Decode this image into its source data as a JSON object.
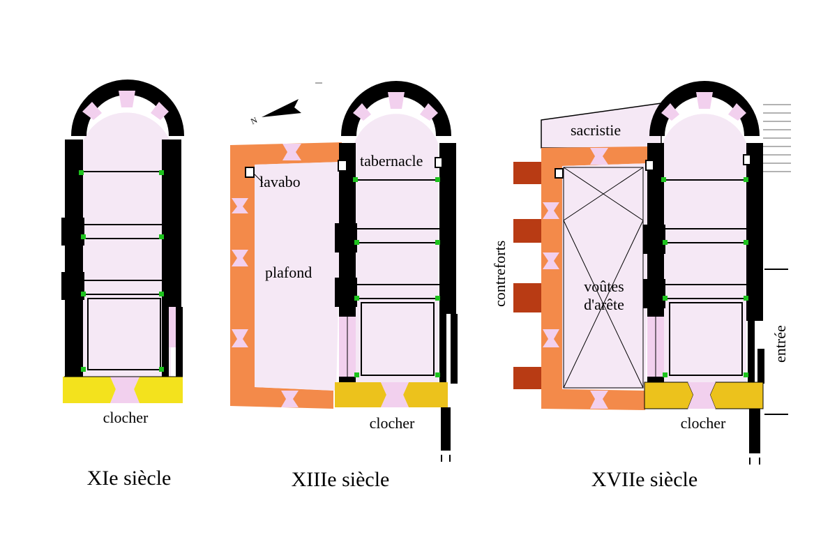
{
  "plans": [
    {
      "caption": "XIe siècle",
      "labels": {
        "clocher": "clocher"
      }
    },
    {
      "caption": "XIIIe siècle",
      "labels": {
        "lavabo": "lavabo",
        "tabernacle": "tabernacle",
        "plafond": "plafond",
        "clocher": "clocher",
        "north": "N"
      }
    },
    {
      "caption": "XVIIe siècle",
      "labels": {
        "sacristie": "sacristie",
        "contreforts": "contreforts",
        "voutes_line1": "voûtes",
        "voutes_line2": "d'arête",
        "entree": "entrée",
        "clocher": "clocher"
      }
    }
  ],
  "colors": {
    "interior": "#f5e8f5",
    "wall_romanesque": "#000000",
    "wall_addition_13c": "#f38a4a",
    "buttress_17c": "#b83b14",
    "belltower_11c": "#f3e21d",
    "belltower_later": "#ecc21c",
    "window_splay": "#f2d0ee",
    "pillar_marker": "#1ec21e"
  }
}
